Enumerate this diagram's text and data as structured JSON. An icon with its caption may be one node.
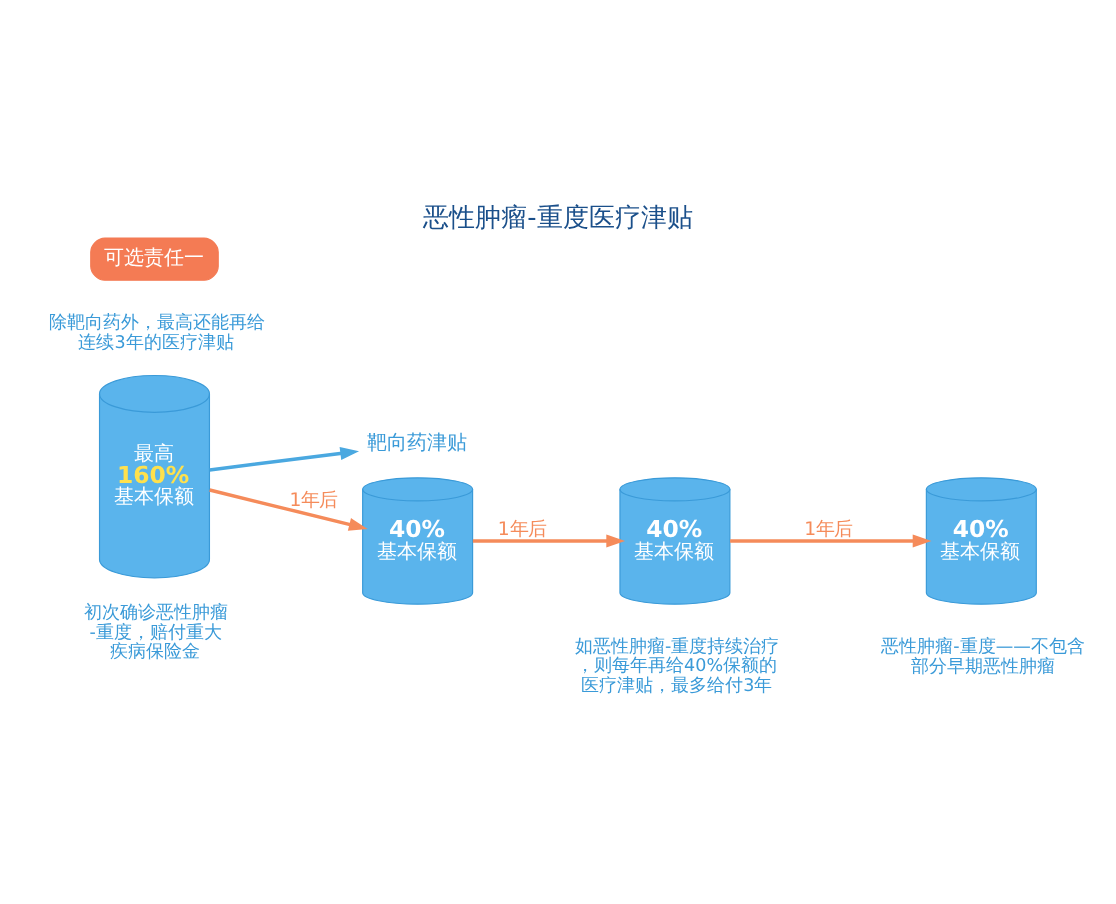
{
  "diagram": {
    "title": "恶性肿瘤-重度医疗津贴",
    "nodes": [
      {
        "text": [
          "可选责任一"
        ]
      },
      {
        "text": [
          "最高",
          "160%",
          "基本保额"
        ],
        "beside": [
          "初次确诊恶性肿瘤-重度，赔付重大疾病保险金"
        ]
      },
      {
        "text": [
          "靶向药津贴"
        ]
      },
      {
        "text": [
          "40%",
          "基本保额"
        ]
      },
      {
        "text": [
          "40%",
          "基本保额"
        ]
      },
      {
        "text": [
          "40%",
          "基本保额"
        ]
      }
    ],
    "edges": [
      {
        "from": 1,
        "to": 2,
        "arrow": "to",
        "color": "#4aa8e0"
      },
      {
        "from": 1,
        "to": 3,
        "arrow": "to",
        "label": "1年后"
      },
      {
        "from": 3,
        "to": 4,
        "arrow": "to",
        "label": "1年后"
      },
      {
        "from": 4,
        "to": 5,
        "arrow": "to",
        "label": "1年后"
      }
    ],
    "labels": [
      "除靶向药外，最高还能再给连续3年的医疗津贴",
      "如恶性肿瘤-重度持续治疗，则每年再给40%保额的医疗津贴，最多给付3年",
      "恶性肿瘤-重度——不包含部分早期恶性肿瘤"
    ]
  }
}
